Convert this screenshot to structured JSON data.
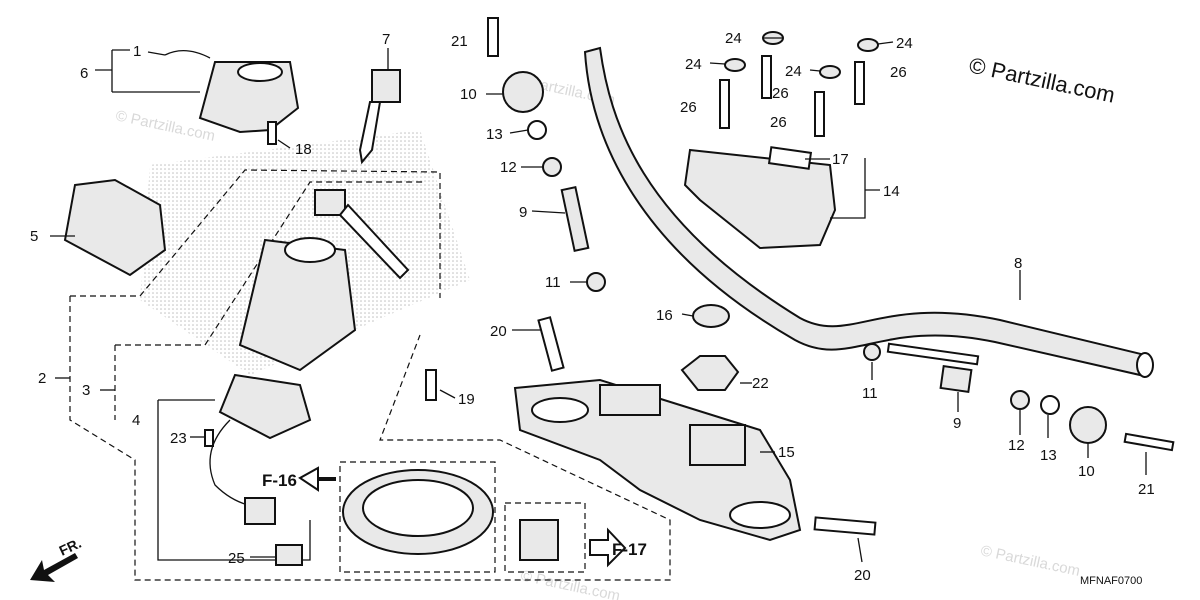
{
  "brand": {
    "copyright_symbol": "©",
    "name": "Partzilla.com"
  },
  "watermark": "© Partzilla.com",
  "diagram_code": "MFNAF0700",
  "front_arrow_label": "FR.",
  "refs": {
    "f16": "F-16",
    "f17": "F-17"
  },
  "callouts": {
    "c1": "1",
    "c2": "2",
    "c3": "3",
    "c4": "4",
    "c5": "5",
    "c6": "6",
    "c7": "7",
    "c8": "8",
    "c9a": "9",
    "c9b": "9",
    "c10a": "10",
    "c10b": "10",
    "c11a": "11",
    "c11b": "11",
    "c12a": "12",
    "c12b": "12",
    "c13a": "13",
    "c13b": "13",
    "c14": "14",
    "c15": "15",
    "c16": "16",
    "c17": "17",
    "c18": "18",
    "c19": "19",
    "c20a": "20",
    "c20b": "20",
    "c21a": "21",
    "c21b": "21",
    "c22": "22",
    "c23": "23",
    "c24a": "24",
    "c24b": "24",
    "c24c": "24",
    "c24d": "24",
    "c25": "25",
    "c26a": "26",
    "c26b": "26",
    "c26c": "26",
    "c26d": "26"
  }
}
